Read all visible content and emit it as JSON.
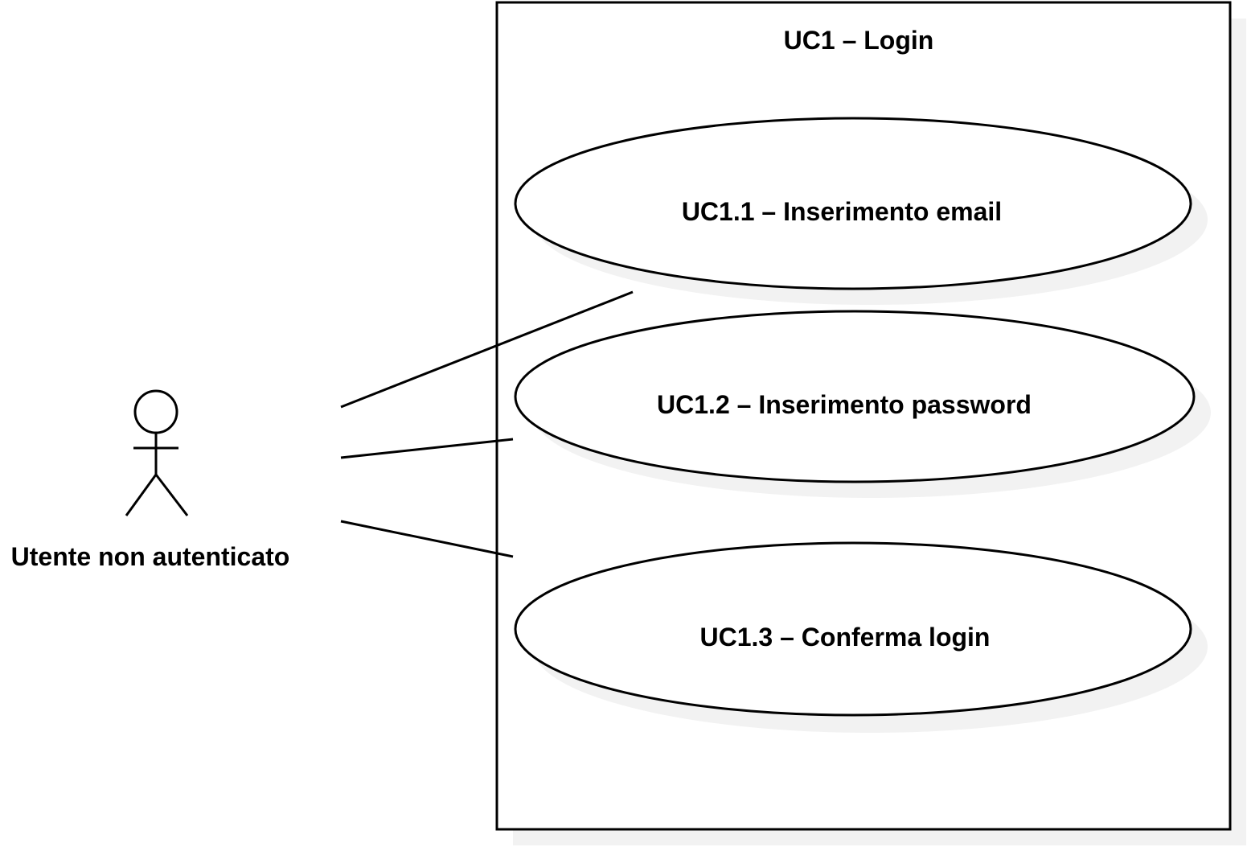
{
  "diagram": {
    "type": "uml-use-case",
    "system": {
      "title": "UC1 – Login"
    },
    "actor": {
      "label": "Utente non autenticato"
    },
    "use_cases": [
      {
        "id": "uc1-1",
        "label": "UC1.1 – Inserimento email"
      },
      {
        "id": "uc1-2",
        "label": "UC1.2 – Inserimento password"
      },
      {
        "id": "uc1-3",
        "label": "UC1.3 – Conferma login"
      }
    ],
    "associations": [
      {
        "from": "actor",
        "to": "uc1-1"
      },
      {
        "from": "actor",
        "to": "uc1-2"
      },
      {
        "from": "actor",
        "to": "uc1-3"
      }
    ],
    "colors": {
      "stroke": "#000000",
      "fill": "#ffffff",
      "shadow": "#f2f2f2"
    }
  }
}
